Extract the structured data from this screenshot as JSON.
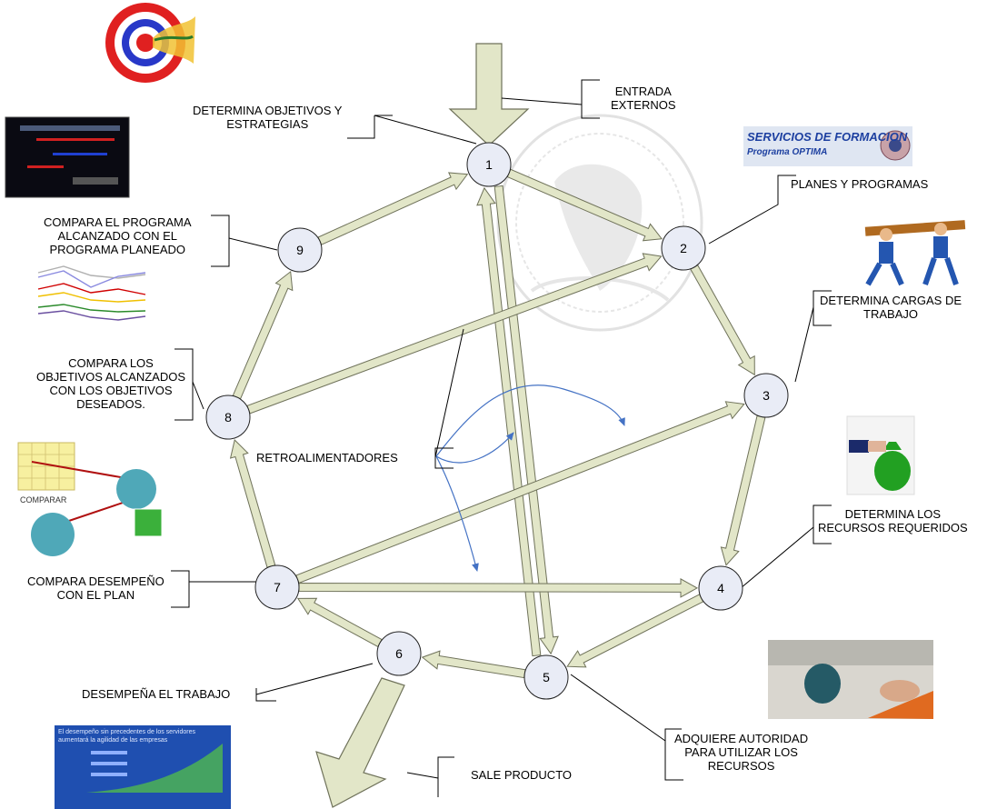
{
  "nodes": [
    {
      "id": "1",
      "label": "1"
    },
    {
      "id": "2",
      "label": "2"
    },
    {
      "id": "3",
      "label": "3"
    },
    {
      "id": "4",
      "label": "4"
    },
    {
      "id": "5",
      "label": "5"
    },
    {
      "id": "6",
      "label": "6"
    },
    {
      "id": "7",
      "label": "7"
    },
    {
      "id": "8",
      "label": "8"
    },
    {
      "id": "9",
      "label": "9"
    }
  ],
  "callouts": {
    "entrada": [
      "ENTRADA",
      "EXTERNOS"
    ],
    "objetivos": [
      "DETERMINA OBJETIVOS Y",
      "ESTRATEGIAS"
    ],
    "planes": [
      "PLANES Y PROGRAMAS"
    ],
    "cargas": [
      "DETERMINA CARGAS DE",
      "TRABAJO"
    ],
    "recursos": [
      "DETERMINA LOS",
      "RECURSOS REQUERIDOS"
    ],
    "autoridad": [
      "ADQUIERE AUTORIDAD",
      "PARA UTILIZAR LOS",
      "RECURSOS"
    ],
    "desempena": [
      "DESEMPEÑA EL TRABAJO"
    ],
    "compara_plan": [
      "COMPARA DESEMPEÑO",
      "CON EL PLAN"
    ],
    "compara_objetivos": [
      "COMPARA LOS",
      "OBJETIVOS ALCANZADOS",
      "CON LOS OBJETIVOS",
      "DESEADOS."
    ],
    "compara_programa": [
      "COMPARA EL PROGRAMA",
      "ALCANZADO CON EL",
      "PROGRAMA PLANEADO"
    ],
    "retro": [
      "RETROALIMENTADORES"
    ],
    "sale": [
      "SALE PRODUCTO"
    ]
  },
  "images": {
    "servicios_title": "SERVICIOS DE FORMACION",
    "servicios_subtitle": "Programa OPTIMA",
    "comparar_word": "COMPARAR",
    "desempeno_slide": "El desempeño sin precedentes de los servidores aumentará la agilidad de las empresas"
  },
  "colors": {
    "node_fill": "#e9ecf6",
    "arrow_fill": "#e2e6c8",
    "arrow_stroke": "#6f725a",
    "feedback_blue": "#4472c4"
  }
}
